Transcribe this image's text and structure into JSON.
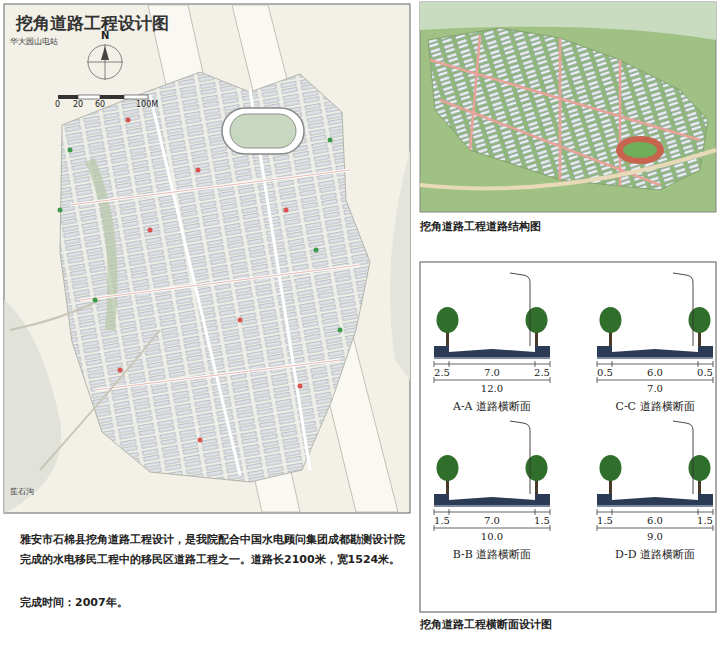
{
  "diagram": {
    "title": "挖角道路工程设计图",
    "labels": [
      "华大园山电站",
      "N",
      "0",
      "20",
      "60",
      "100M",
      "笙石沟",
      "雅安市石棉县挖角道路工程设计，是我院配合中国水电顾问集团成都勘测设计院完成的水电移民工程中的移民区道路工程之一。道路长2100米，宽1524米。",
      "完成时间：2007年。",
      "挖角道路工程道路结构图",
      "2.5",
      "7.0",
      "2.5",
      "12.0",
      "A-A 道路横断面",
      "0.5",
      "6.0",
      "0.5",
      "7.0",
      "C-C 道路横断面",
      "1.5",
      "7.0",
      "1.5",
      "10.0",
      "B-B 道路横断面",
      "1.5",
      "6.0",
      "1.5",
      "9.0",
      "D-D 道路横断面",
      "挖角道路工程横断面设计图"
    ]
  }
}
